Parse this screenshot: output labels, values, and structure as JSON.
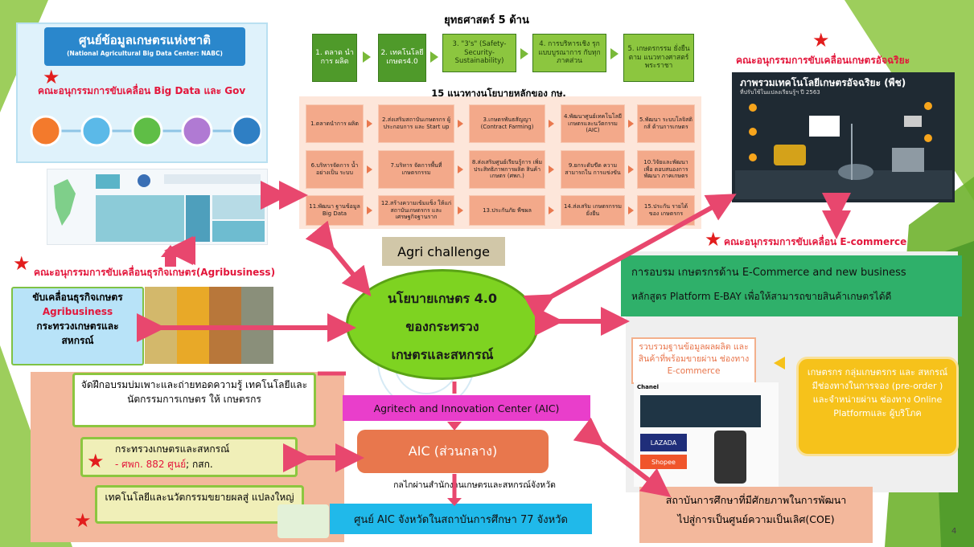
{
  "colors": {
    "accent_red": "#e3163b",
    "green": "#4f9a2a",
    "light_green": "#8cc63f",
    "salmon": "#f3a98a",
    "orange_box": "#e8774d",
    "yellow_box": "#f6c21b",
    "blue_box": "#20b9ea",
    "magenta_box": "#e93ecb"
  },
  "strategy": {
    "title": "ยุทธศาสตร์ 5 ด้าน",
    "boxes": [
      "1. ตลาด นำการ ผลิต",
      "2. เทคโนโลยี เกษตร4.0",
      "3. \"3's\" (Safety- Security- Sustainability)",
      "4. การบริหารเชิง รุกแบบบูรณาการ กับทุกภาคส่วน",
      "5. เกษตรกรรม ยั่งยืนตาม แนวทางศาสตร์ พระราชา"
    ]
  },
  "policies": {
    "title": "15 แนวทางนโยบายหลักของ กษ.",
    "items": [
      "1.ตลาดนำการ ผลิต",
      "2.ส่งเสริมสถาบันเกษตรกร ผู้ประกอบการ และ Start up",
      "3.เกษตรพันธสัญญา (Contract Farming)",
      "4.พัฒนาศูนย์เทคโนโลยี เกษตรและนวัตกรรม (AIC)",
      "5.พัฒนา ระบบโลจิสติกส์ ด้านการเกษตร",
      "6.บริหารจัดการ น้ำอย่างเป็น ระบบ",
      "7.บริหาร จัดการพื้นที่ เกษตรกรรม",
      "8.ส่งเสริมศูนย์เรียนรู้การ เพิ่มประสิทธิภาพการผลิต สินค้าเกษตร (ศพก.)",
      "9.ยกระดับขีด ความสามารถใน การแข่งขัน",
      "10.วิจัยและพัฒนาเพื่อ ตอบสนองการพัฒนา ภาคเกษตร",
      "11.พัฒนา ฐานข้อมูล Big Data",
      "12.สร้างความเข้มแข็ง ให้แก่สถาบันเกษตรกร และเศรษฐกิจฐานราก",
      "13.ประกันภัย พืชผล",
      "14.ส่งเสริม เกษตรกรรม ยั่งยืน",
      "15.ประกัน รายได้ของ เกษตรกร"
    ]
  },
  "agri_challenge": "Agri challenge",
  "center": {
    "line1": "นโยบายเกษตร 4.0",
    "line2": "ของกระทรวง",
    "line3": "เกษตรและสหกรณ์"
  },
  "bigdata": {
    "committee": "คณะอนุกรรมการขับเคลื่อน Big Data และ Gov",
    "banner_th": "ศูนย์ข้อมูลเกษตรแห่งชาติ",
    "banner_en": "(National Agricultural Big Data Center: NABC)"
  },
  "smart": {
    "committee": "คณะอนุกรรมการขับเคลื่อนเกษตรอัจฉริยะ",
    "panel_title": "ภาพรวมเทคโนโลยีเกษตรอัจฉริยะ (พืช)",
    "panel_sub": "ที่ปรับใช้ในแปลงเรียนรู้ฯ ปี 2563"
  },
  "ecommerce": {
    "committee": "คณะอนุกรรมการขับเคลื่อน E-commerce",
    "banner_line1": "การอบรม เกษตรกรด้าน E-Commerce and new business",
    "banner_line2": "หลักสูตร Platform E-BAY เพื่อให้สามารถขายสินค้าเกษตรได้ดี",
    "collect_box": "รวบรวมฐานข้อมูลผลผลิต และสินค้าที่พร้อมขายผ่าน ช่องทาง E-commerce",
    "farmer_box": "เกษตรกร กลุ่มเกษตรกร และ สหกรณ์มีช่องทางในการจอง (pre-order ) และจำหน่ายผ่าน ช่องทาง Online Platformและ ผู้บริโภค",
    "shop_labels": [
      "Chanel",
      "LAZADA",
      "Shopee"
    ]
  },
  "agribusiness": {
    "committee": "คณะอนุกรรมการขับเคลื่อนธุรกิจเกษตร(Agribusiness)",
    "line1": "ขับเคลื่อนธุรกิจเกษตร",
    "line2": "Agribusiness",
    "line3": "กระทรวงเกษตรและ",
    "line4": "สหกรณ์"
  },
  "aic": {
    "training_box": "จัดฝึกอบรมบ่มเพาะและถ่ายทอดความรู้ เทคโนโลยีและนัตกรรมการเกษตร ให้ เกษตรกร",
    "ministry_line1": "กระทรวงเกษตรและสหกรณ์",
    "ministry_red": "- ศพก. 882 ศูนย์",
    "ministry_rest": "; กสก.",
    "tech_box": "เทคโนโลยีและนวัตกรรมขยายผลสู่ แปลงใหญ่",
    "center_label": "Agritech and Innovation Center (AIC)",
    "central": "AIC (ส่วนกลาง)",
    "mechanism": "กลไกผ่านสำนักงานเกษตรและสหกรณ์จังหวัด",
    "provincial": "ศูนย์ AIC จังหวัดในสถาบันการศึกษา 77 จังหวัด",
    "coe_line1": "สถาบันการศึกษาที่มีศักยภาพในการพัฒนา",
    "coe_line2": "ไปสู่การเป็นศูนย์ความเป็นเลิศ(COE)"
  },
  "page_number": "4"
}
